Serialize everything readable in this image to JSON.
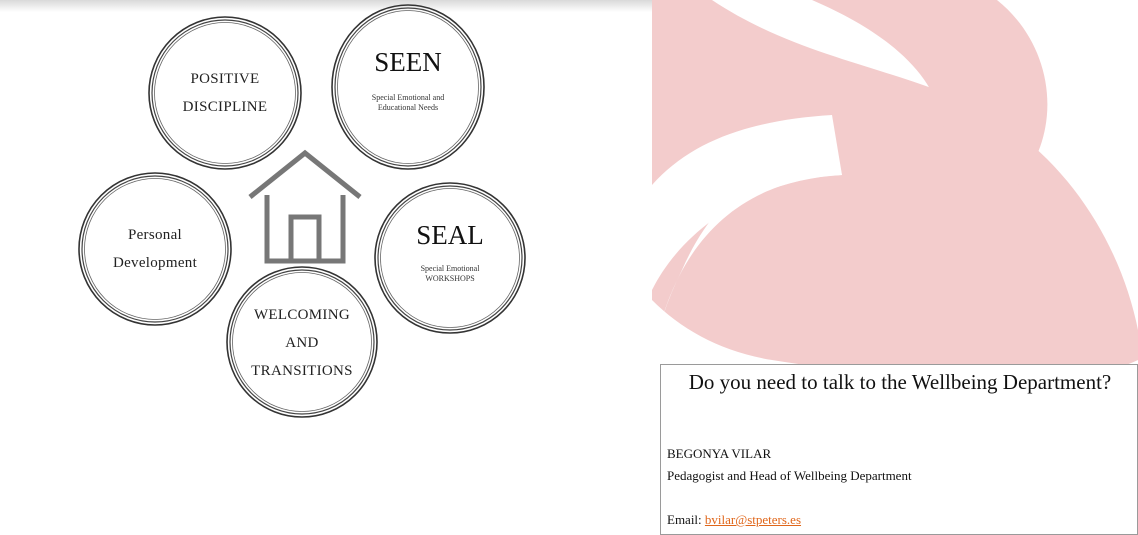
{
  "diagram": {
    "circles": {
      "positive_discipline": "POSITIVE\nDISCIPLINE",
      "seen_title": "SEEN",
      "seen_sub": "Special Emotional and\nEducational Needs",
      "personal_development": "Personal\nDevelopment",
      "seal_title": "SEAL",
      "seal_sub": "Special Emotional\nWORKSHOPS",
      "welcoming": "WELCOMING\nAND\nTRANSITIONS"
    },
    "center_icon": "house-icon"
  },
  "contact": {
    "title": "Do you need to talk to the Wellbeing Department?",
    "name": "BEGONYA VILAR",
    "role": "Pedagogist and Head of Wellbeing Department",
    "email_label": "Email:",
    "email": "bvilar@stpeters.es"
  },
  "colors": {
    "accent_pink": "#f3cccc",
    "link_orange": "#e0661a"
  }
}
